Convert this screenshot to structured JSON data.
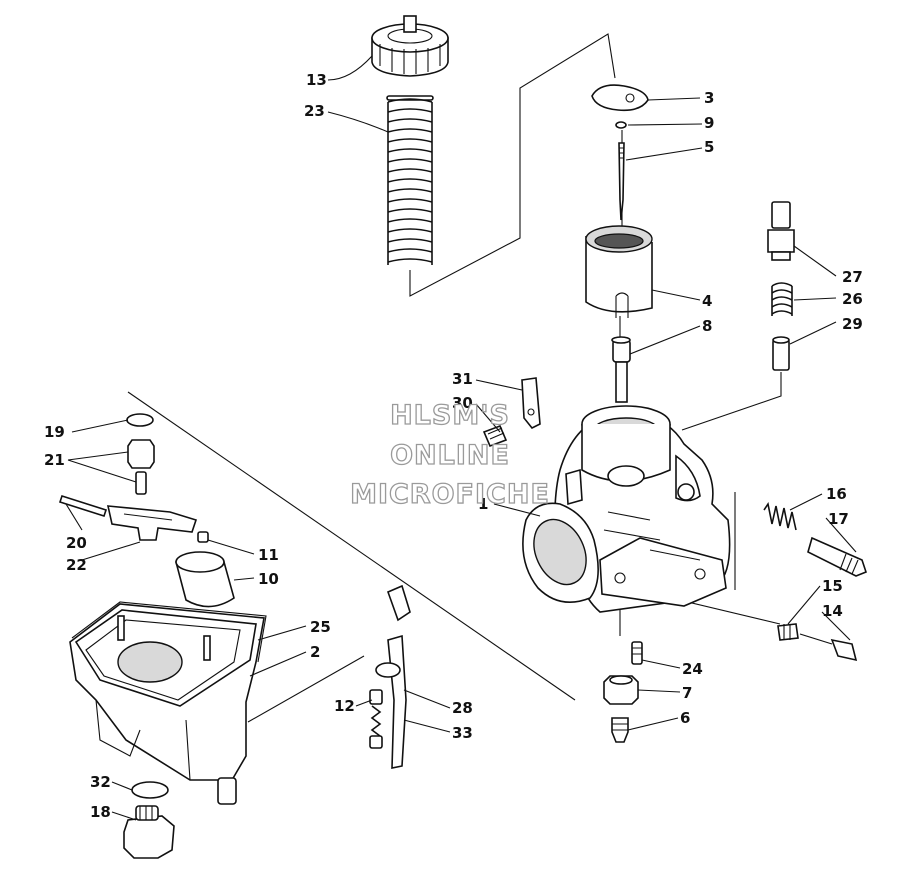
{
  "watermark": {
    "line1": "HLSM'S",
    "line2": "ONLINE",
    "line3": "MICROFICHE"
  },
  "callouts": [
    {
      "id": "c13",
      "label": "13"
    },
    {
      "id": "c23",
      "label": "23"
    },
    {
      "id": "c3",
      "label": "3"
    },
    {
      "id": "c9",
      "label": "9"
    },
    {
      "id": "c5",
      "label": "5"
    },
    {
      "id": "c4",
      "label": "4"
    },
    {
      "id": "c8",
      "label": "8"
    },
    {
      "id": "c27",
      "label": "27"
    },
    {
      "id": "c26",
      "label": "26"
    },
    {
      "id": "c29",
      "label": "29"
    },
    {
      "id": "c31",
      "label": "31"
    },
    {
      "id": "c30",
      "label": "30"
    },
    {
      "id": "c1",
      "label": "1"
    },
    {
      "id": "c19",
      "label": "19"
    },
    {
      "id": "c21",
      "label": "21"
    },
    {
      "id": "c20",
      "label": "20"
    },
    {
      "id": "c22",
      "label": "22"
    },
    {
      "id": "c11",
      "label": "11"
    },
    {
      "id": "c10",
      "label": "10"
    },
    {
      "id": "c25",
      "label": "25"
    },
    {
      "id": "c2",
      "label": "2"
    },
    {
      "id": "c16",
      "label": "16"
    },
    {
      "id": "c17",
      "label": "17"
    },
    {
      "id": "c15",
      "label": "15"
    },
    {
      "id": "c14",
      "label": "14"
    },
    {
      "id": "c24",
      "label": "24"
    },
    {
      "id": "c7",
      "label": "7"
    },
    {
      "id": "c6",
      "label": "6"
    },
    {
      "id": "c12",
      "label": "12"
    },
    {
      "id": "c28",
      "label": "28"
    },
    {
      "id": "c33",
      "label": "33"
    },
    {
      "id": "c32",
      "label": "32"
    },
    {
      "id": "c18",
      "label": "18"
    }
  ]
}
